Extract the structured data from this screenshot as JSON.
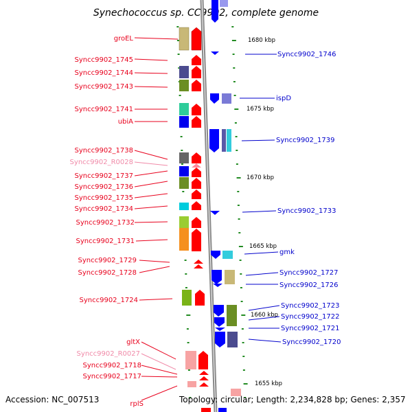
{
  "title": "Synechococcus sp. CC9902, complete genome",
  "footer": {
    "accession": "Accession: NC_007513",
    "topology": "Topology: circular; Length: 2,234,828 bp; Genes: 2,357"
  },
  "scale_labels": [
    "1680 kbp",
    "1675 kbp",
    "1670 kbp",
    "1665 kbp",
    "1660 kbp",
    "1655 kbp"
  ],
  "left_labels": [
    {
      "text": "groEL",
      "color": "#e8001c"
    },
    {
      "text": "Syncc9902_1745",
      "color": "#e8001c"
    },
    {
      "text": "Syncc9902_1744",
      "color": "#e8001c"
    },
    {
      "text": "Syncc9902_1743",
      "color": "#e8001c"
    },
    {
      "text": "Syncc9902_1741",
      "color": "#e8001c"
    },
    {
      "text": "ubiA",
      "color": "#e8001c"
    },
    {
      "text": "Syncc9902_1738",
      "color": "#e8001c"
    },
    {
      "text": "Syncc9902_R0028",
      "color": "#f08aa8"
    },
    {
      "text": "Syncc9902_1737",
      "color": "#e8001c"
    },
    {
      "text": "Syncc9902_1736",
      "color": "#e8001c"
    },
    {
      "text": "Syncc9902_1735",
      "color": "#e8001c"
    },
    {
      "text": "Syncc9902_1734",
      "color": "#e8001c"
    },
    {
      "text": "Syncc9902_1732",
      "color": "#e8001c"
    },
    {
      "text": "Syncc9902_1731",
      "color": "#e8001c"
    },
    {
      "text": "Syncc9902_1729",
      "color": "#e8001c"
    },
    {
      "text": "Syncc9902_1728",
      "color": "#e8001c"
    },
    {
      "text": "Syncc9902_1724",
      "color": "#e8001c"
    },
    {
      "text": "gltX",
      "color": "#e8001c"
    },
    {
      "text": "Syncc9902_R0027",
      "color": "#f08aa8"
    },
    {
      "text": "Syncc9902_1718",
      "color": "#e8001c"
    },
    {
      "text": "Syncc9902_1717",
      "color": "#e8001c"
    },
    {
      "text": "rplS",
      "color": "#e8001c"
    }
  ],
  "right_labels": [
    {
      "text": "Syncc9902_1746",
      "color": "#0000cc"
    },
    {
      "text": "ispD",
      "color": "#0000cc"
    },
    {
      "text": "Syncc9902_1739",
      "color": "#0000cc"
    },
    {
      "text": "Syncc9902_1733",
      "color": "#0000cc"
    },
    {
      "text": "gmk",
      "color": "#0000cc"
    },
    {
      "text": "Syncc9902_1727",
      "color": "#0000cc"
    },
    {
      "text": "Syncc9902_1726",
      "color": "#0000cc"
    },
    {
      "text": "Syncc9902_1723",
      "color": "#0000cc"
    },
    {
      "text": "Syncc9902_1722",
      "color": "#0000cc"
    },
    {
      "text": "Syncc9902_1721",
      "color": "#0000cc"
    },
    {
      "text": "Syncc9902_1720",
      "color": "#0000cc"
    }
  ],
  "colors": {
    "forward_strand": "#ff0000",
    "reverse_strand": "#0000ff",
    "backbone": "#888888",
    "tick": "#228b22",
    "rna_label": "#f08aa8"
  }
}
